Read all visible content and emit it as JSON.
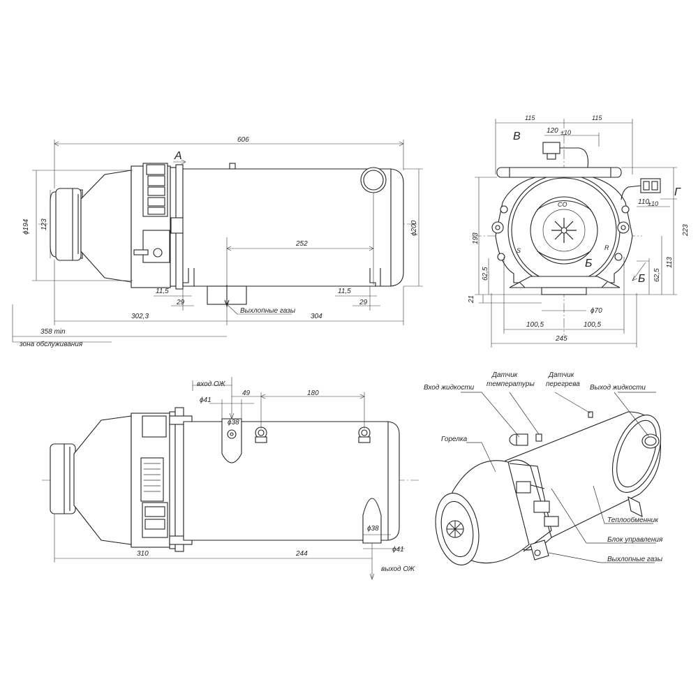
{
  "dimensions": {
    "overall_length": "606",
    "diameter_194": "ϕ194",
    "d123": "123",
    "diameter_200": "ϕ200",
    "d252": "252",
    "d11_5_left": "11,5",
    "d11_5_right": "11,5",
    "d29_left": "29",
    "d29_right": "29",
    "d302_3": "302,3",
    "d304": "304",
    "d358": "358 min",
    "d115_left": "115",
    "d115_right": "115",
    "d120": "120",
    "d120_tol": "±10",
    "d110": "110,",
    "d110_tol": "±10",
    "d193": "193",
    "d62_5_left": "62,5",
    "d21": "21",
    "d223": "223",
    "d113": "113",
    "d62_5_right": "62,5",
    "d70": "ϕ70",
    "d100_5_left": "100,5",
    "d100_5_right": "100,5",
    "d245": "245",
    "d41_top": "ϕ41",
    "d49": "49",
    "d180": "180",
    "d38_top": "ϕ38",
    "d38_bottom": "ϕ38",
    "d41_bottom": "ϕ41",
    "d310": "310",
    "d244": "244"
  },
  "labels": {
    "view_a": "А",
    "exhaust_gases": "Выхлопные газы",
    "service_zone": "зона обслуживания",
    "view_v": "В",
    "view_g": "Г",
    "view_b": "Б",
    "view_b_arrow": "Б",
    "mark_s": "S",
    "mark_r": "R",
    "co_label": "CO",
    "inlet_oj": "вход ОЖ",
    "outlet_oj": "выход ОЖ"
  },
  "callouts": {
    "fluid_inlet": "Вход жидкости",
    "temp_sensor_l1": "Датчик",
    "temp_sensor_l2": "температуры",
    "overheat_sensor_l1": "Датчик",
    "overheat_sensor_l2": "перегрева",
    "fluid_outlet": "Выход жидкости",
    "burner": "Горелка",
    "heat_exchanger": "Теплообменник",
    "control_unit": "Блок управления",
    "exhaust": "Выхлопные газы"
  }
}
